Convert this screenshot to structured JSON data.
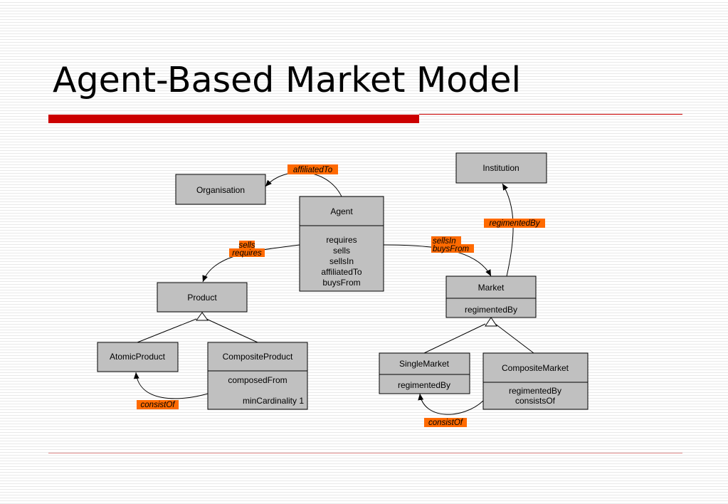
{
  "title": "Agent-Based Market Model",
  "colors": {
    "accent_red": "#cc0000",
    "box_fill": "#c0c0c0",
    "label_fill": "#ff6a00"
  },
  "classes": {
    "organisation": {
      "name": "Organisation",
      "attributes": []
    },
    "institution": {
      "name": "Institution",
      "attributes": []
    },
    "agent": {
      "name": "Agent",
      "attributes": [
        "requires",
        "sells",
        "sellsIn",
        "affiliatedTo",
        "buysFrom"
      ]
    },
    "product": {
      "name": "Product",
      "attributes": []
    },
    "market": {
      "name": "Market",
      "attributes": [
        "regimentedBy"
      ]
    },
    "atomic_product": {
      "name": "AtomicProduct",
      "attributes": []
    },
    "composite_product": {
      "name": "CompositeProduct",
      "attributes": [
        "composedFrom",
        "minCardinality 1"
      ]
    },
    "single_market": {
      "name": "SingleMarket",
      "attributes": [
        "regimentedBy"
      ]
    },
    "composite_market": {
      "name": "CompositeMarket",
      "attributes": [
        "regimentedBy",
        "consistsOf"
      ]
    }
  },
  "relations": {
    "affiliated_to": {
      "label": "affiliatedTo"
    },
    "sells_requires": {
      "labels": [
        "sells",
        "requires"
      ]
    },
    "sellsin_buysfrom": {
      "labels": [
        "sellsIn",
        "buysFrom"
      ]
    },
    "regimented_by": {
      "label": "regimentedBy"
    },
    "consist_of_product": {
      "label": "consistOf"
    },
    "consist_of_market": {
      "label": "consistOf"
    }
  }
}
